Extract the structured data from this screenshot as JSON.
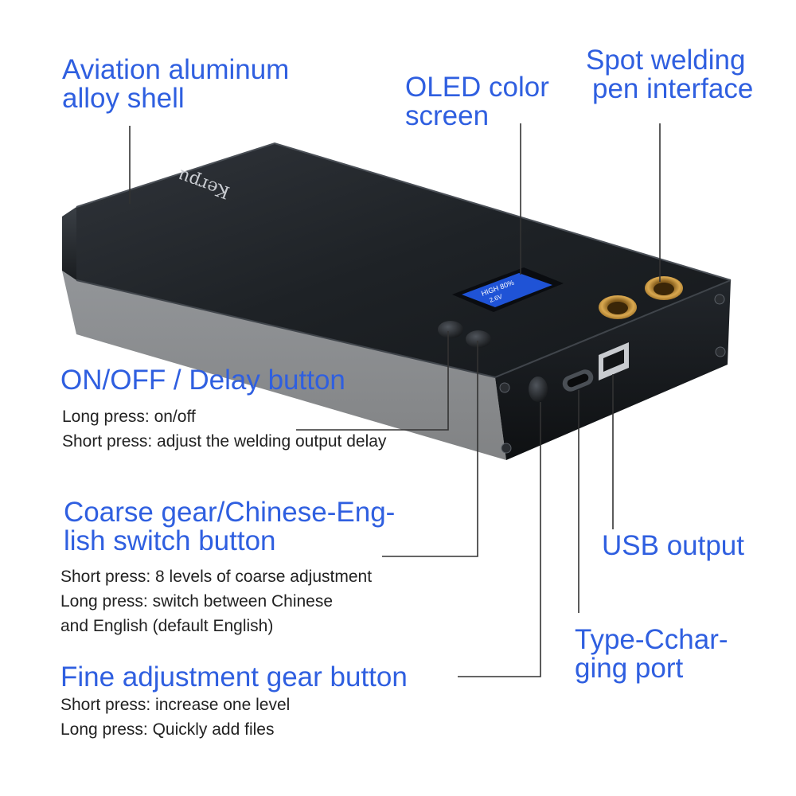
{
  "product": {
    "brand": "Kerpu",
    "body_color": "#1b1e22",
    "screen_color": "#1f53d6",
    "port_ring_color": "#c9993e"
  },
  "labels": {
    "shell": {
      "line1": "Aviation aluminum",
      "line2": "alloy shell"
    },
    "oled": {
      "line1": "OLED color",
      "line2": "screen"
    },
    "pen": {
      "line1": "Spot welding",
      "line2": "pen interface"
    },
    "onoff": {
      "title": "ON/OFF / Delay button",
      "desc1": "Long press: on/off",
      "desc2": "Short press: adjust the welding output delay"
    },
    "coarse": {
      "line1": "Coarse gear/Chinese-Eng-",
      "line2": "lish switch button",
      "desc1": "Short press: 8 levels of coarse adjustment",
      "desc2": "Long press: switch between Chinese",
      "desc3": "and English (default English)"
    },
    "usb": {
      "title": "USB output"
    },
    "typec": {
      "line1": "Type-Cchar-",
      "line2": "ging port"
    },
    "fine": {
      "title": "Fine adjustment gear button",
      "desc1": "Short press: increase one level",
      "desc2": "Long press: Quickly add files"
    }
  },
  "colors": {
    "title_blue": "#2f5fe0",
    "line_gray": "#333333"
  }
}
